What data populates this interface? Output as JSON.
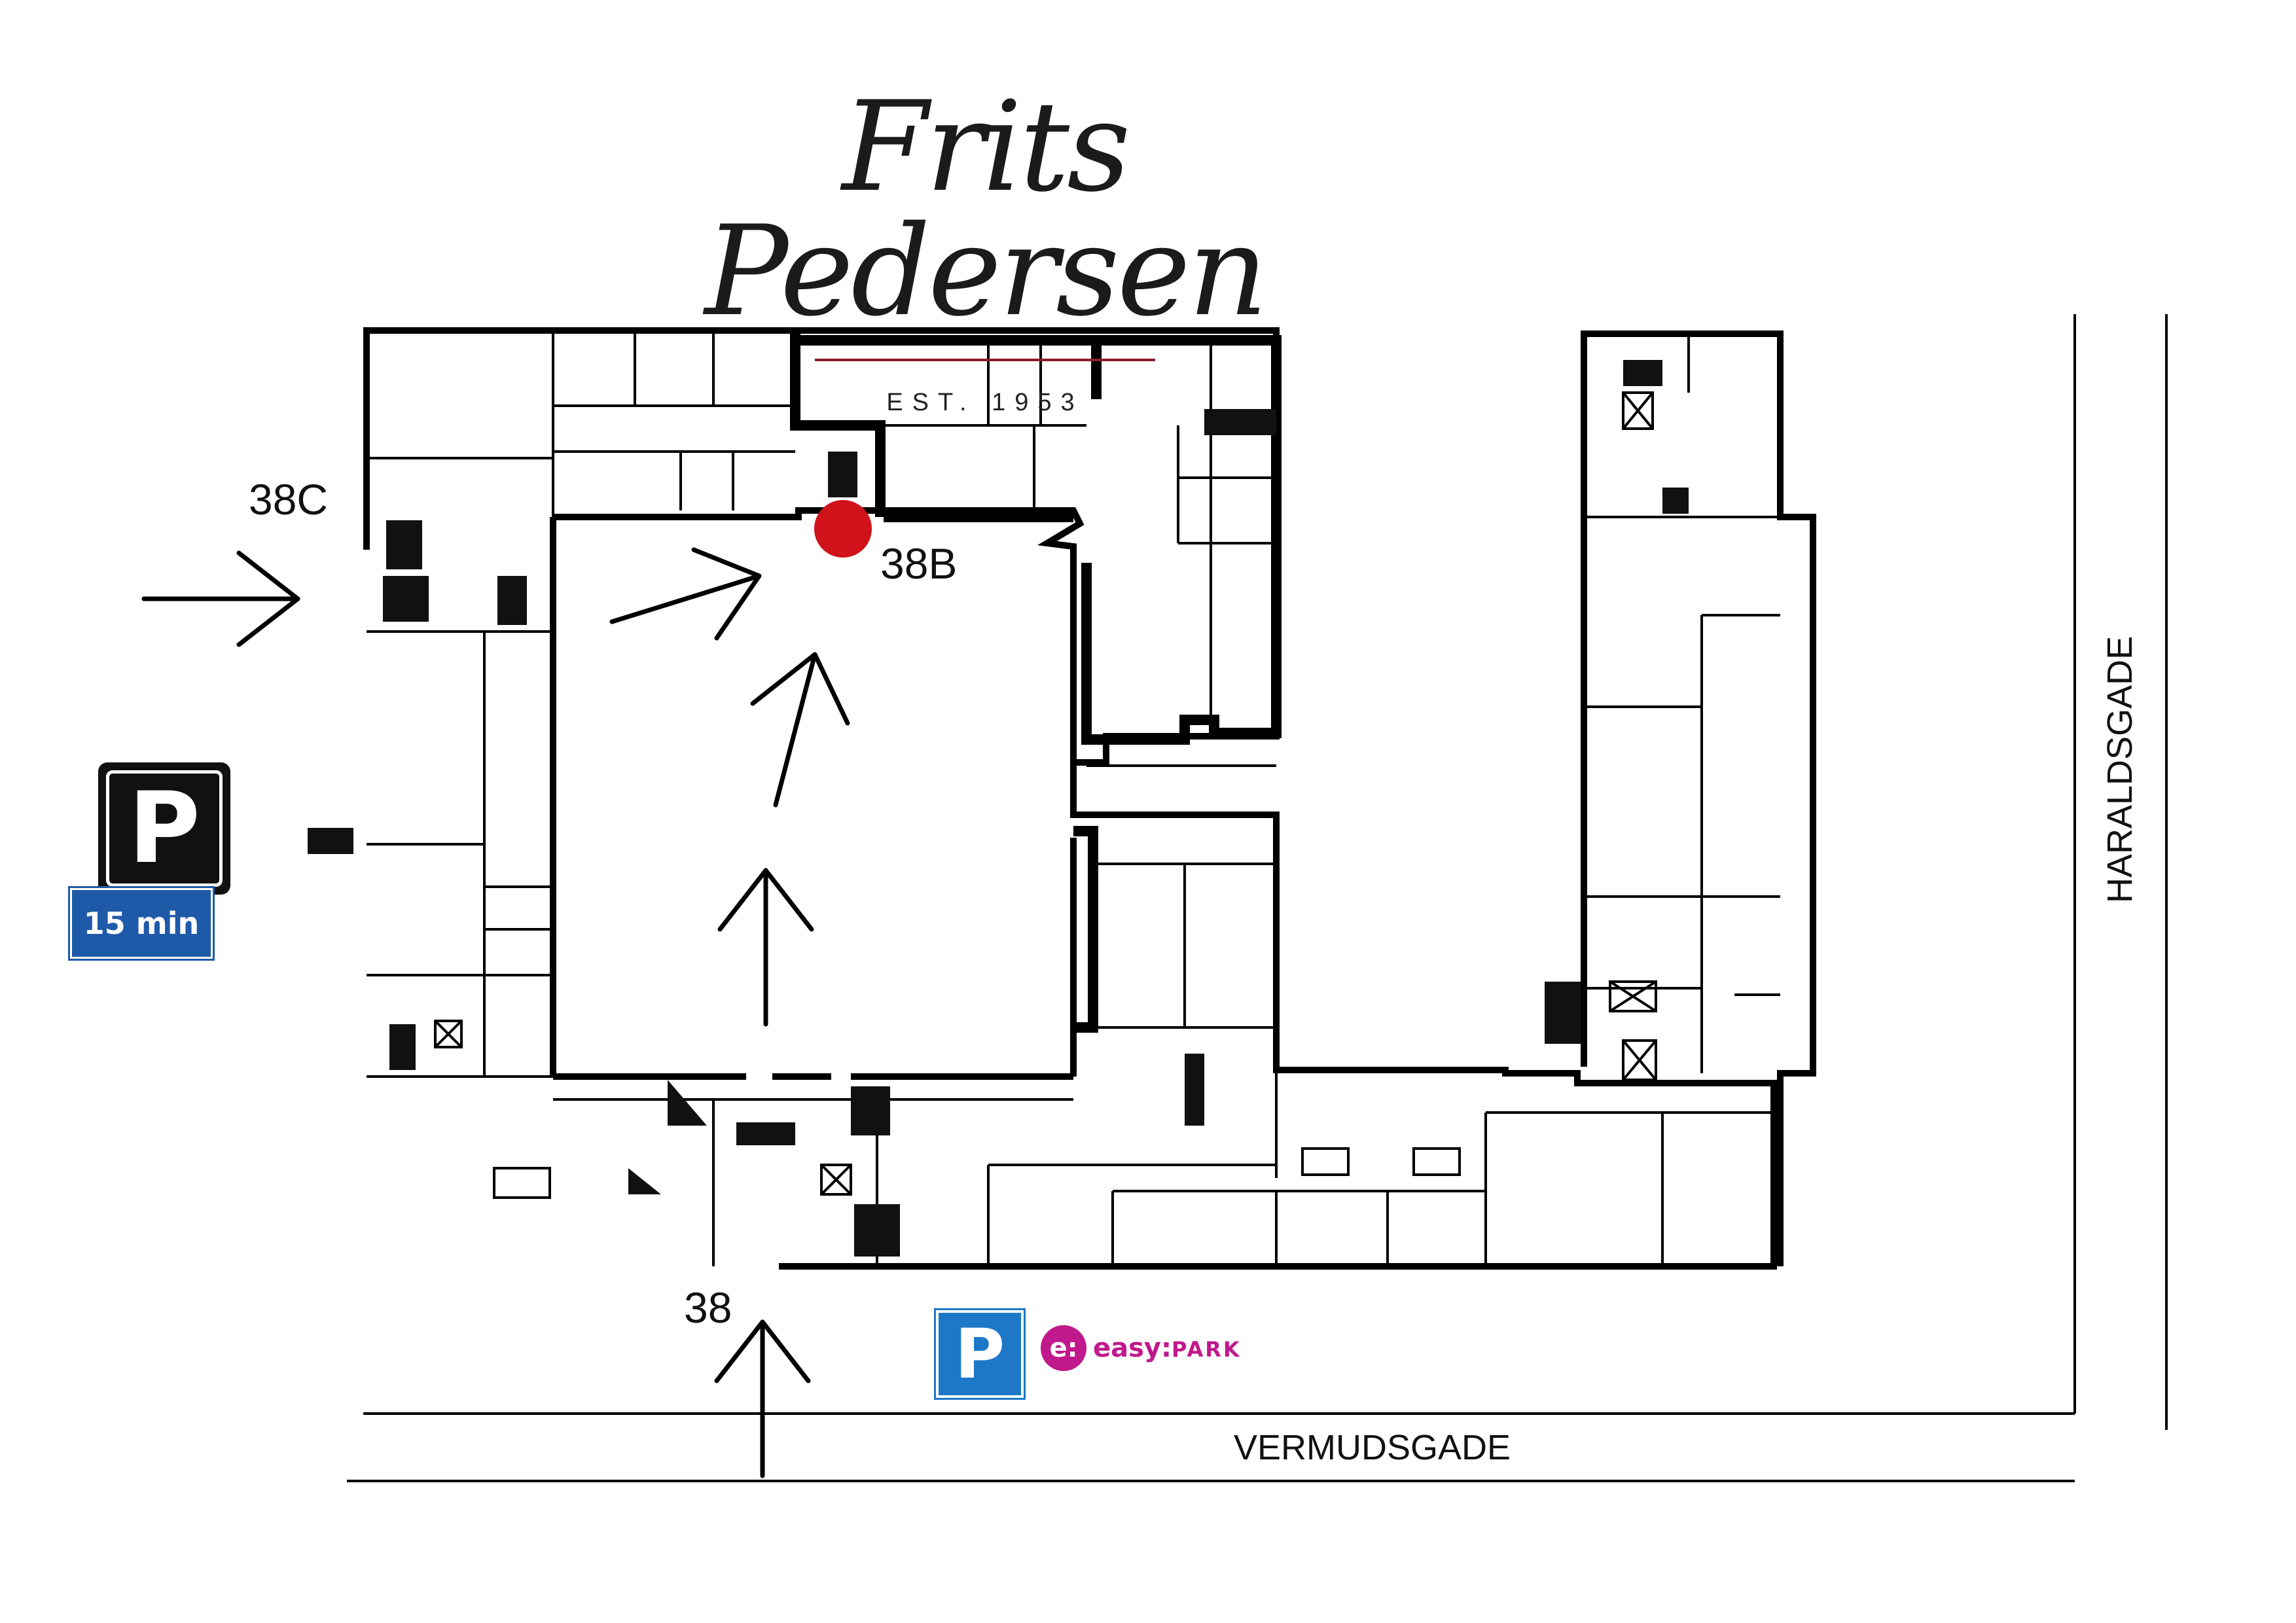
{
  "brand": {
    "name": "Frits Pedersen",
    "established": "EST. 1953",
    "rule_color": "#8a1d2a"
  },
  "entrances": [
    {
      "id": "38C",
      "label": "38C"
    },
    {
      "id": "38B",
      "label": "38B",
      "marker": "red-dot-location-marker"
    },
    {
      "id": "38",
      "label": "38"
    }
  ],
  "streets": {
    "south": "VERMUDSGADE",
    "east": "HARALDSGADE"
  },
  "parking": {
    "short_term": {
      "symbol": "P",
      "limit": "15 min",
      "colors": {
        "sign": "#111111",
        "plate": "#1e5aa8"
      }
    },
    "paid": {
      "symbol": "P",
      "provider_mark": "e:",
      "provider_easy": "easy:",
      "provider_park": "PARK",
      "colors": {
        "sign": "#1e78c8",
        "provider": "#c0198b"
      }
    }
  },
  "colors": {
    "walls": "#000000",
    "marker": "#d0121b"
  },
  "icons": {
    "route": "arrow-icon",
    "location": "location-marker-icon",
    "stairs": "stairs-icon",
    "elevator": "elevator-icon"
  }
}
